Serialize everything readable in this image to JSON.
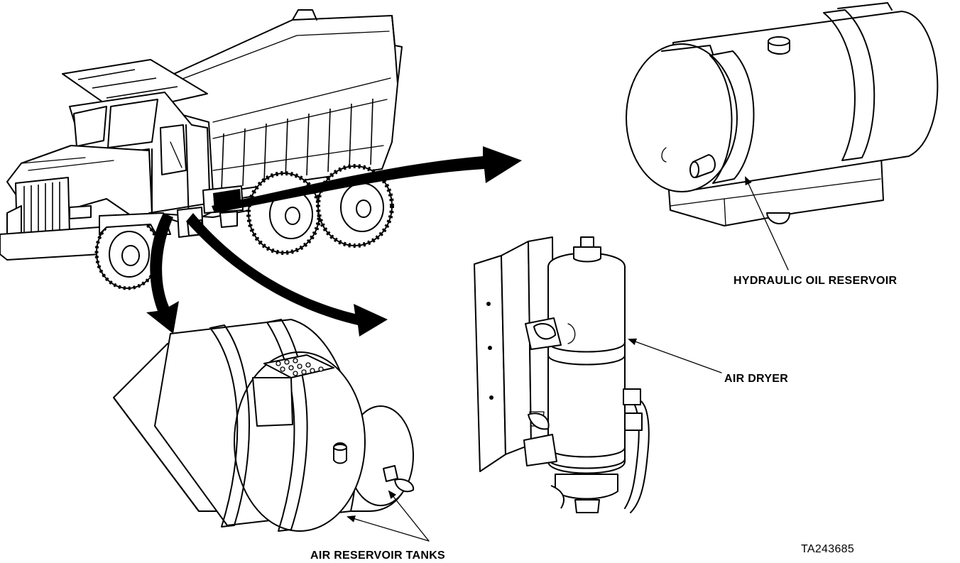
{
  "labels": {
    "hydraulic": "HYDRAULIC OIL RESERVOIR",
    "air_dryer": "AIR DRYER",
    "air_tanks": "AIR RESERVOIR TANKS",
    "figure_id": "TA243685"
  }
}
